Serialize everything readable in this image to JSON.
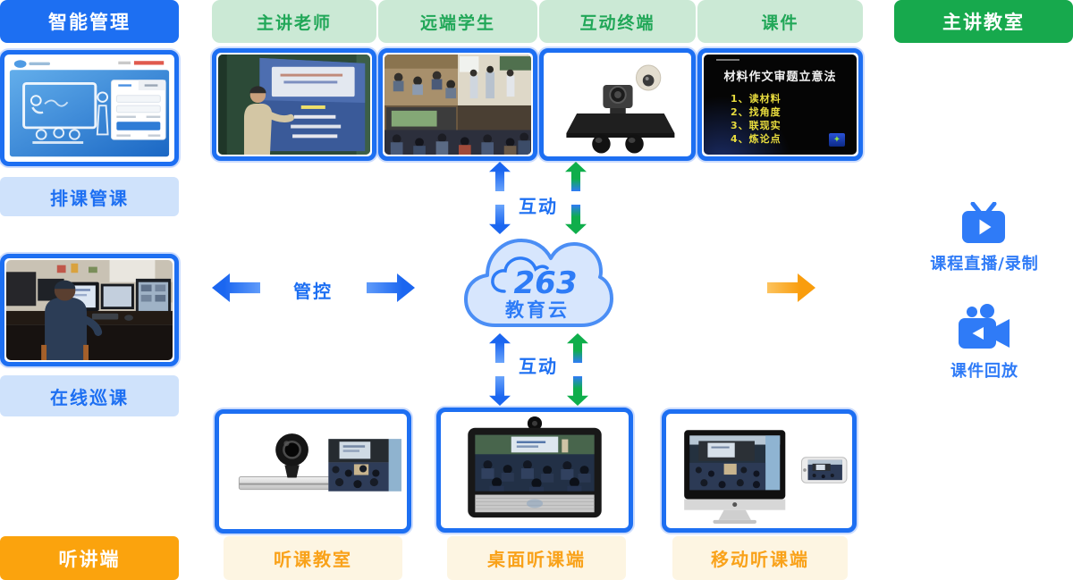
{
  "colors": {
    "blue": "#1d6ff2",
    "light_blue": "#cfe2fb",
    "green": "#17a94d",
    "light_green": "#cbe9d5",
    "green_text": "#21a758",
    "orange": "#fba30d",
    "cream": "#fdf5e2",
    "orange_text": "#f9a21a",
    "arrow_green": "#0fae4b",
    "cloud_fill": "#d7e6fd",
    "cloud_stroke": "#4b8ef5"
  },
  "header": {
    "smart_management": "智能管理",
    "main_classroom": "主讲教室",
    "columns": [
      {
        "label": "主讲老师"
      },
      {
        "label": "远端学生"
      },
      {
        "label": "互动终端"
      },
      {
        "label": "课件"
      }
    ]
  },
  "management": {
    "schedule_label": "排课管课",
    "inspection_label": "在线巡课",
    "listener_button": "听讲端"
  },
  "cloud": {
    "logo": "263",
    "name": "教育云"
  },
  "flows": {
    "interact_top": "互动",
    "interact_bottom": "互动",
    "control": "管控"
  },
  "outputs": {
    "live_label": "课程直播/录制",
    "playback_label": "课件回放"
  },
  "receivers": {
    "classroom_label": "听课教室",
    "desktop_label": "桌面听课端",
    "mobile_label": "移动听课端"
  },
  "courseware_slide": {
    "title": "材料作文审题立意法",
    "items": [
      "1、读材料",
      "2、找角度",
      "3、联现实",
      "4、炼论点"
    ]
  },
  "icons": {
    "live_output": "tv-play-icon",
    "playback_output": "camcorder-play-icon",
    "cloud": "cloud-263-icon"
  }
}
